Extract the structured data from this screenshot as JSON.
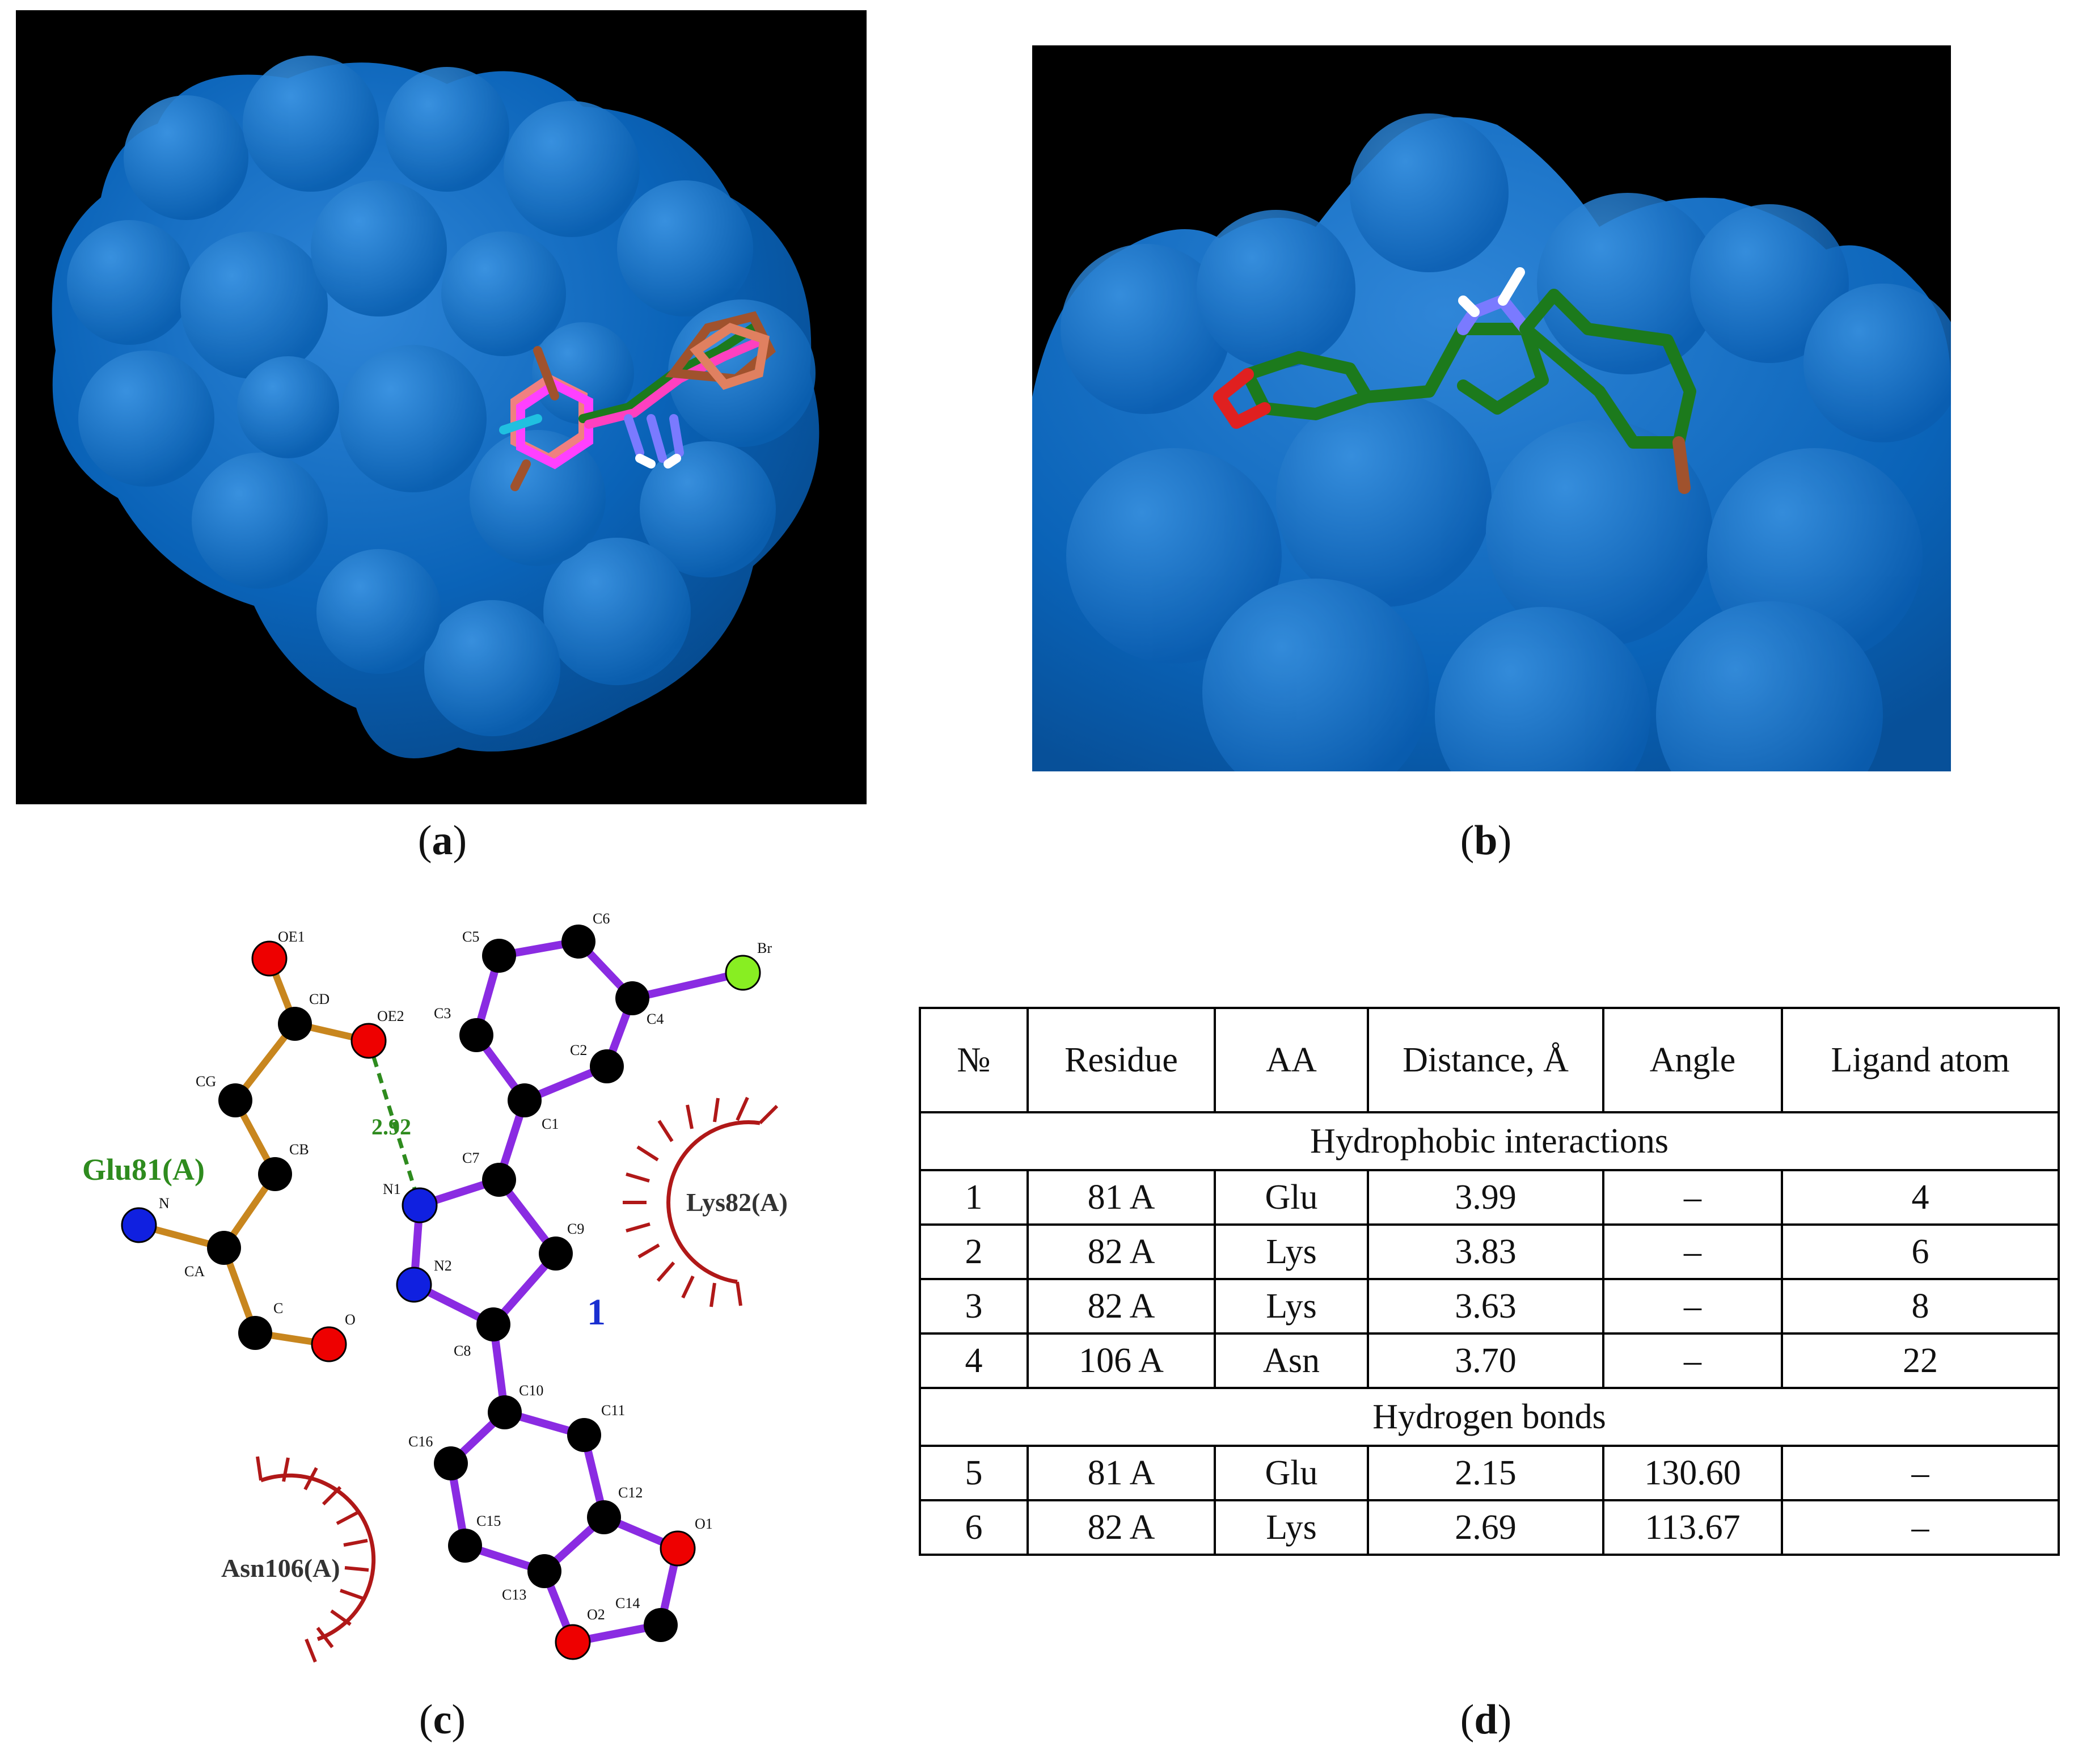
{
  "panels": {
    "a": {
      "caption_letter": "a"
    },
    "b": {
      "caption_letter": "b"
    },
    "c": {
      "caption_letter": "c",
      "residue_glu": "Glu81(A)",
      "residue_lys": "Lys82(A)",
      "residue_asn": "Asn106(A)",
      "ligand_number": "1",
      "hbond_distance": "2.92",
      "atoms": {
        "OE1": "OE1",
        "CD": "CD",
        "OE2": "OE2",
        "CG": "CG",
        "CB": "CB",
        "N": "N",
        "CA": "CA",
        "C": "C",
        "O": "O",
        "C5": "C5",
        "C6": "C6",
        "Br": "Br",
        "C3": "C3",
        "C4": "C4",
        "C2": "C2",
        "C1": "C1",
        "C7": "C7",
        "N1": "N1",
        "N2": "N2",
        "C9": "C9",
        "C8": "C8",
        "C10": "C10",
        "C11": "C11",
        "C16": "C16",
        "C12": "C12",
        "C15": "C15",
        "O1": "O1",
        "C13": "C13",
        "O2": "O2",
        "C14": "C14"
      }
    },
    "d": {
      "caption_letter": "d",
      "headers": [
        "№",
        "Residue",
        "AA",
        "Distance, Å",
        "Angle",
        "Ligand atom"
      ],
      "sections": [
        {
          "title": "Hydrophobic interactions",
          "rows": [
            [
              "1",
              "81 A",
              "Glu",
              "3.99",
              "–",
              "4"
            ],
            [
              "2",
              "82 A",
              "Lys",
              "3.83",
              "–",
              "6"
            ],
            [
              "3",
              "82 A",
              "Lys",
              "3.63",
              "–",
              "8"
            ],
            [
              "4",
              "106 A",
              "Asn",
              "3.70",
              "–",
              "22"
            ]
          ]
        },
        {
          "title": "Hydrogen bonds",
          "rows": [
            [
              "5",
              "81 A",
              "Glu",
              "2.15",
              "130.60",
              "–"
            ],
            [
              "6",
              "82 A",
              "Lys",
              "2.69",
              "113.67",
              "–"
            ]
          ]
        }
      ]
    }
  },
  "colors": {
    "background_render": "#000000",
    "protein_surface": "#0a63b8",
    "glu_label": "#2e8b1e",
    "ligand_bond": "#8a2be2",
    "residue_bond": "#c8861e",
    "hydrophobic_arc": "#b01818",
    "hbond_dash": "#2e8b1e",
    "oxygen": "#ee0000",
    "nitrogen": "#1020e0",
    "bromine": "#88ee22",
    "carbon": "#000000",
    "ligand_number": "#1a2fd0"
  }
}
